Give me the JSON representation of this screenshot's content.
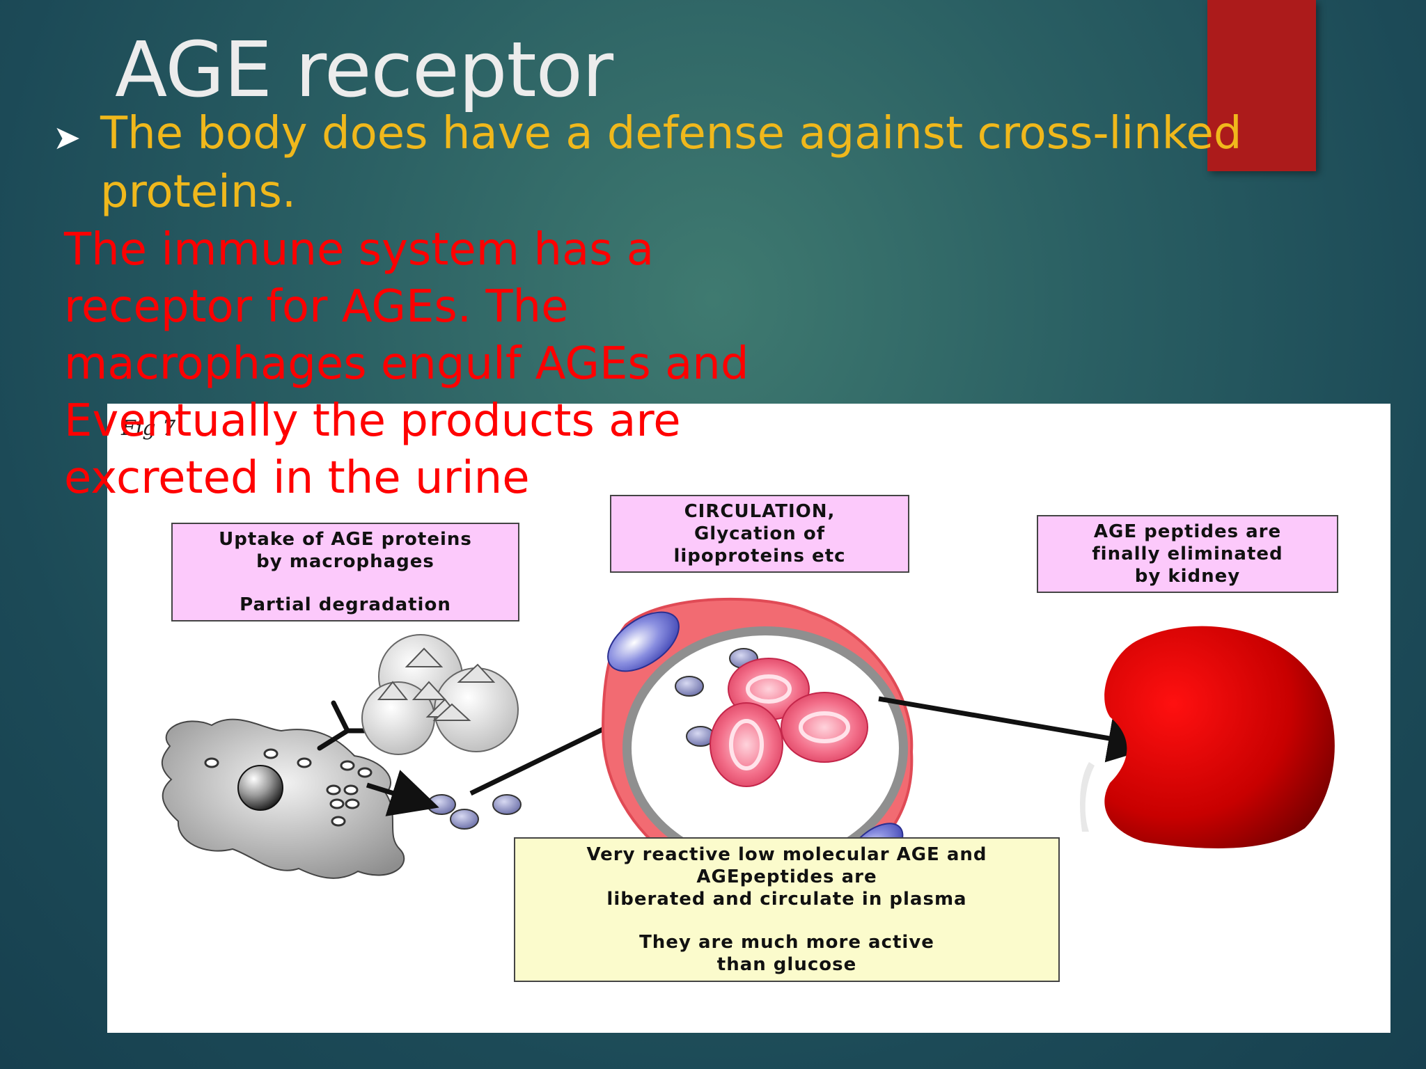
{
  "slide": {
    "title": "AGE receptor",
    "bullet": "The body does have a defense against cross-linked proteins.",
    "sub_text": "The immune system has  a\nreceptor for AGEs. The\nmacrophages engulf AGEs and\nEventually the products are\nexcreted in  the urine"
  },
  "figure": {
    "label": "Fig 7",
    "boxes": {
      "uptake": {
        "line1": "Uptake of AGE proteins",
        "line2": "by macrophages",
        "line3": "Partial degradation"
      },
      "circulation": {
        "line1": "CIRCULATION,",
        "line2": "Glycation of",
        "line3": "lipoproteins etc"
      },
      "kidney": {
        "line1": "AGE peptides are",
        "line2": "finally eliminated",
        "line3": "by kidney"
      },
      "reactive": {
        "line1": "Very reactive low molecular AGE and",
        "line2": "AGEpeptides are",
        "line3": "liberated and circulate in plasma",
        "line4": "They are much more active",
        "line5": "than glucose"
      }
    }
  },
  "colors": {
    "title": "#ececec",
    "bullet": "#f0b81c",
    "sub_text": "#ff0000",
    "accent_bar": "#ac1b1b",
    "box_pink": "#fcc9fb",
    "box_yellow": "#fbfbcc"
  },
  "icons": {
    "bullet": "arrowhead-bullet-icon"
  }
}
